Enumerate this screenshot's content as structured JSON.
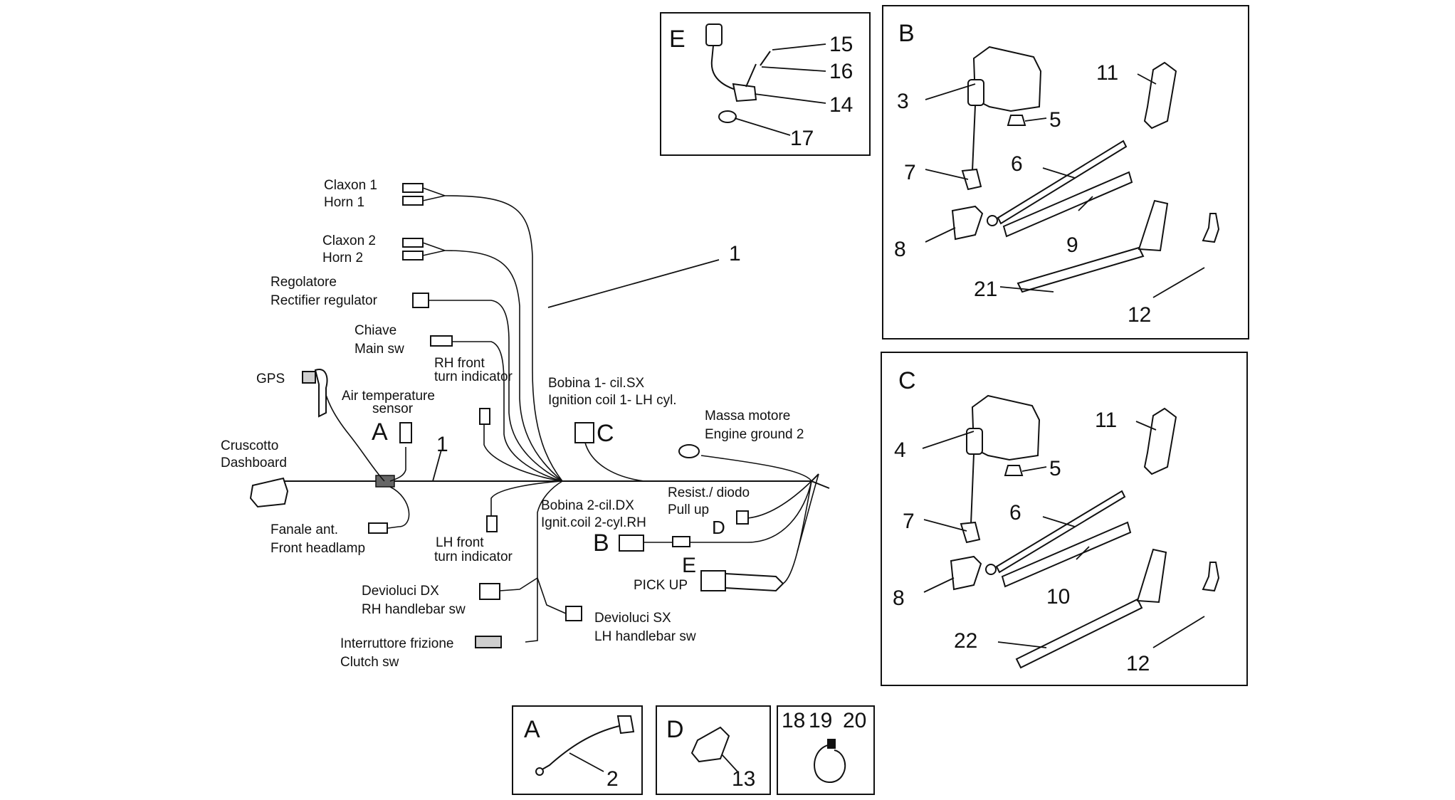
{
  "harness": {
    "labels": {
      "claxon1": "Claxon 1",
      "horn1": "Horn 1",
      "claxon2": "Claxon 2",
      "horn2": "Horn 2",
      "regolatore": "Regolatore",
      "rectifier": "Rectifier regulator",
      "chiave": "Chiave",
      "main_sw": "Main sw",
      "rh_front": "RH front",
      "rh_turn": "turn indicator",
      "gps": "GPS",
      "air_temp": "Air temperature",
      "sensor": "sensor",
      "cruscotto": "Cruscotto",
      "dashboard": "Dashboard",
      "fanale": "Fanale ant.",
      "front_headlamp": "Front headlamp",
      "lh_front": "LH front",
      "lh_turn": "turn indicator",
      "bobina1": "Bobina 1- cil.SX",
      "ign_coil1": "Ignition coil 1- LH cyl.",
      "massa": "Massa motore",
      "engine_ground": "Engine ground 2",
      "resist": "Resist./ diodo",
      "pull_up": "Pull up",
      "bobina2": "Bobina 2-cil.DX",
      "ign_coil2": "Ignit.coil 2-cyl.RH",
      "pick_up": "PICK UP",
      "devioluci_dx": "Devioluci DX",
      "rh_handlebar": "RH handlebar sw",
      "devioluci_sx": "Devioluci SX",
      "lh_handlebar": "LH handlebar sw",
      "interruttore": "Interruttore frizione",
      "clutch": "Clutch sw"
    },
    "letters": {
      "a": "A",
      "b": "B",
      "c": "C",
      "d": "D",
      "e": "E"
    },
    "numbers": {
      "one_top": "1",
      "one_mid": "1"
    }
  },
  "box_e": {
    "letter": "E",
    "parts": {
      "p15": "15",
      "p16": "16",
      "p14": "14",
      "p17": "17"
    }
  },
  "box_b": {
    "letter": "B",
    "parts": {
      "p3": "3",
      "p11": "11",
      "p5": "5",
      "p7": "7",
      "p6": "6",
      "p8": "8",
      "p9": "9",
      "p21": "21",
      "p12": "12"
    }
  },
  "box_c": {
    "letter": "C",
    "parts": {
      "p4": "4",
      "p11": "11",
      "p5": "5",
      "p7": "7",
      "p6": "6",
      "p8": "8",
      "p10": "10",
      "p22": "22",
      "p12": "12"
    }
  },
  "box_a": {
    "letter": "A",
    "part": "2"
  },
  "box_d": {
    "letter": "D",
    "part": "13"
  },
  "box_ties": {
    "p18": "18",
    "p19": "19",
    "p20": "20"
  }
}
